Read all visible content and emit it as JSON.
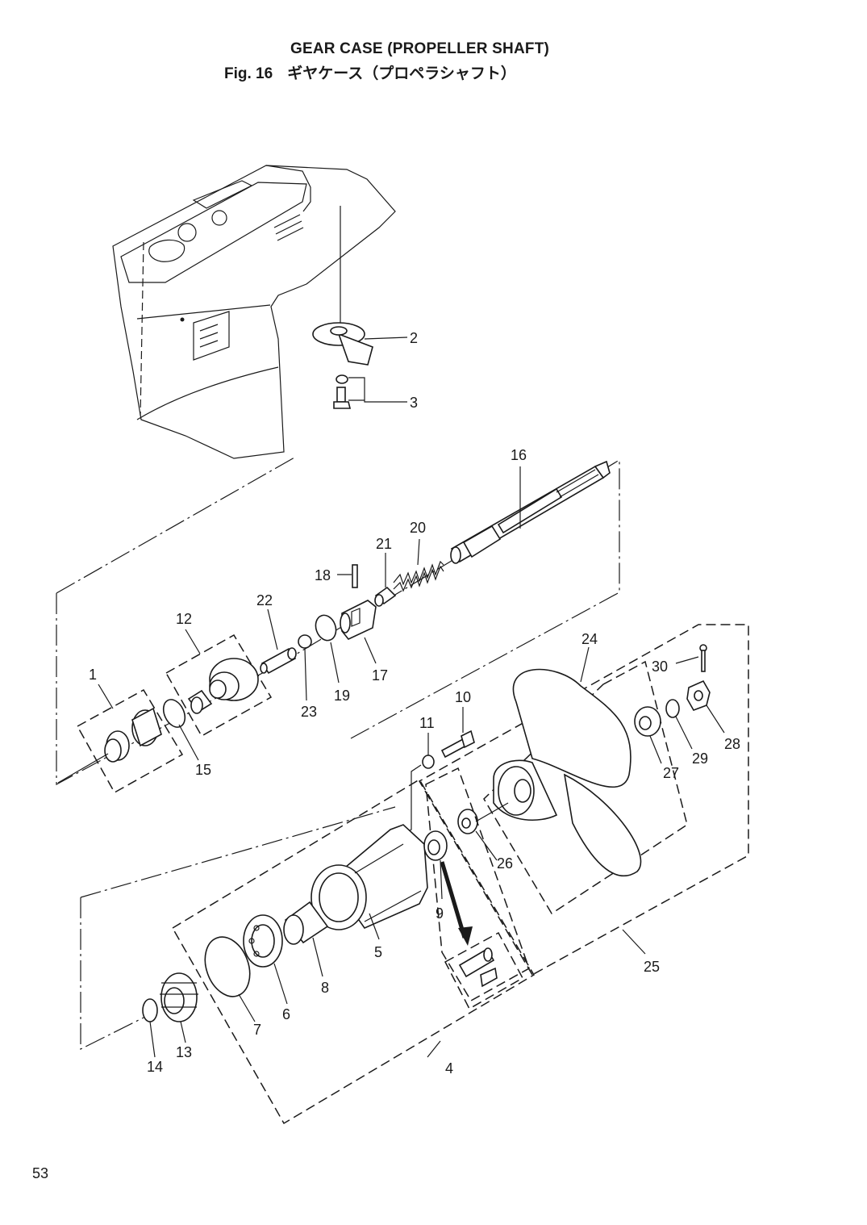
{
  "header": {
    "title": "GEAR CASE (PROPELLER SHAFT)",
    "fig_label": "Fig. 16",
    "title_jp": "ギヤケース（プロペラシャフト）"
  },
  "parts": {
    "p1": "1",
    "p2": "2",
    "p3": "3",
    "p4": "4",
    "p5": "5",
    "p6": "6",
    "p7": "7",
    "p8": "8",
    "p9": "9",
    "p10": "10",
    "p11": "11",
    "p12": "12",
    "p13": "13",
    "p14": "14",
    "p15": "15",
    "p16": "16",
    "p17": "17",
    "p18": "18",
    "p19": "19",
    "p20": "20",
    "p21": "21",
    "p22": "22",
    "p23": "23",
    "p24": "24",
    "p25": "25",
    "p26": "26",
    "p27": "27",
    "p28": "28",
    "p29": "29",
    "p30": "30"
  },
  "footer": {
    "page_number": "53"
  }
}
